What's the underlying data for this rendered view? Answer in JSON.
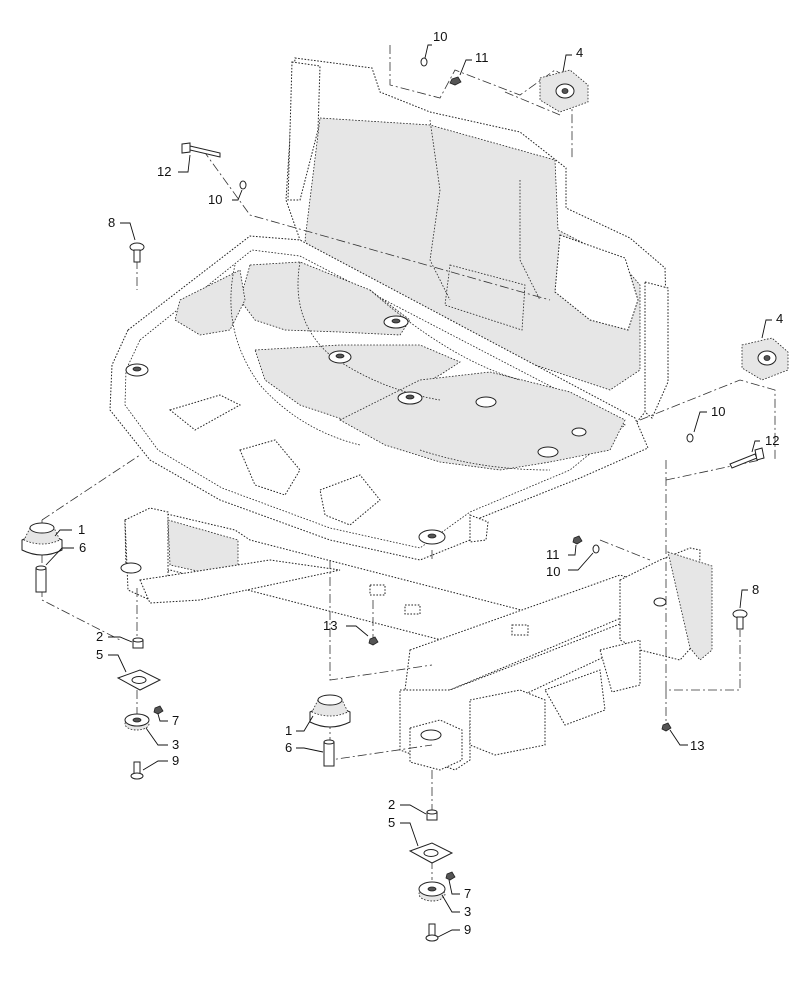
{
  "diagram": {
    "type": "exploded parts view",
    "callouts": [
      {
        "key": "c4a",
        "label": "4"
      },
      {
        "key": "c4b",
        "label": "4"
      },
      {
        "key": "c10a",
        "label": "10"
      },
      {
        "key": "c11a",
        "label": "11"
      },
      {
        "key": "c12a",
        "label": "12"
      },
      {
        "key": "c10b",
        "label": "10"
      },
      {
        "key": "c8a",
        "label": "8"
      },
      {
        "key": "c10c",
        "label": "10"
      },
      {
        "key": "c12b",
        "label": "12"
      },
      {
        "key": "c1a",
        "label": "1"
      },
      {
        "key": "c6a",
        "label": "6"
      },
      {
        "key": "c11b",
        "label": "11"
      },
      {
        "key": "c10d",
        "label": "10"
      },
      {
        "key": "c8b",
        "label": "8"
      },
      {
        "key": "c2a",
        "label": "2"
      },
      {
        "key": "c13a",
        "label": "13"
      },
      {
        "key": "c5a",
        "label": "5"
      },
      {
        "key": "c7a",
        "label": "7"
      },
      {
        "key": "c3a",
        "label": "3"
      },
      {
        "key": "c9a",
        "label": "9"
      },
      {
        "key": "c1b",
        "label": "1"
      },
      {
        "key": "c6b",
        "label": "6"
      },
      {
        "key": "c13b",
        "label": "13"
      },
      {
        "key": "c2b",
        "label": "2"
      },
      {
        "key": "c5b",
        "label": "5"
      },
      {
        "key": "c7b",
        "label": "7"
      },
      {
        "key": "c3b",
        "label": "3"
      },
      {
        "key": "c9b",
        "label": "9"
      }
    ]
  }
}
